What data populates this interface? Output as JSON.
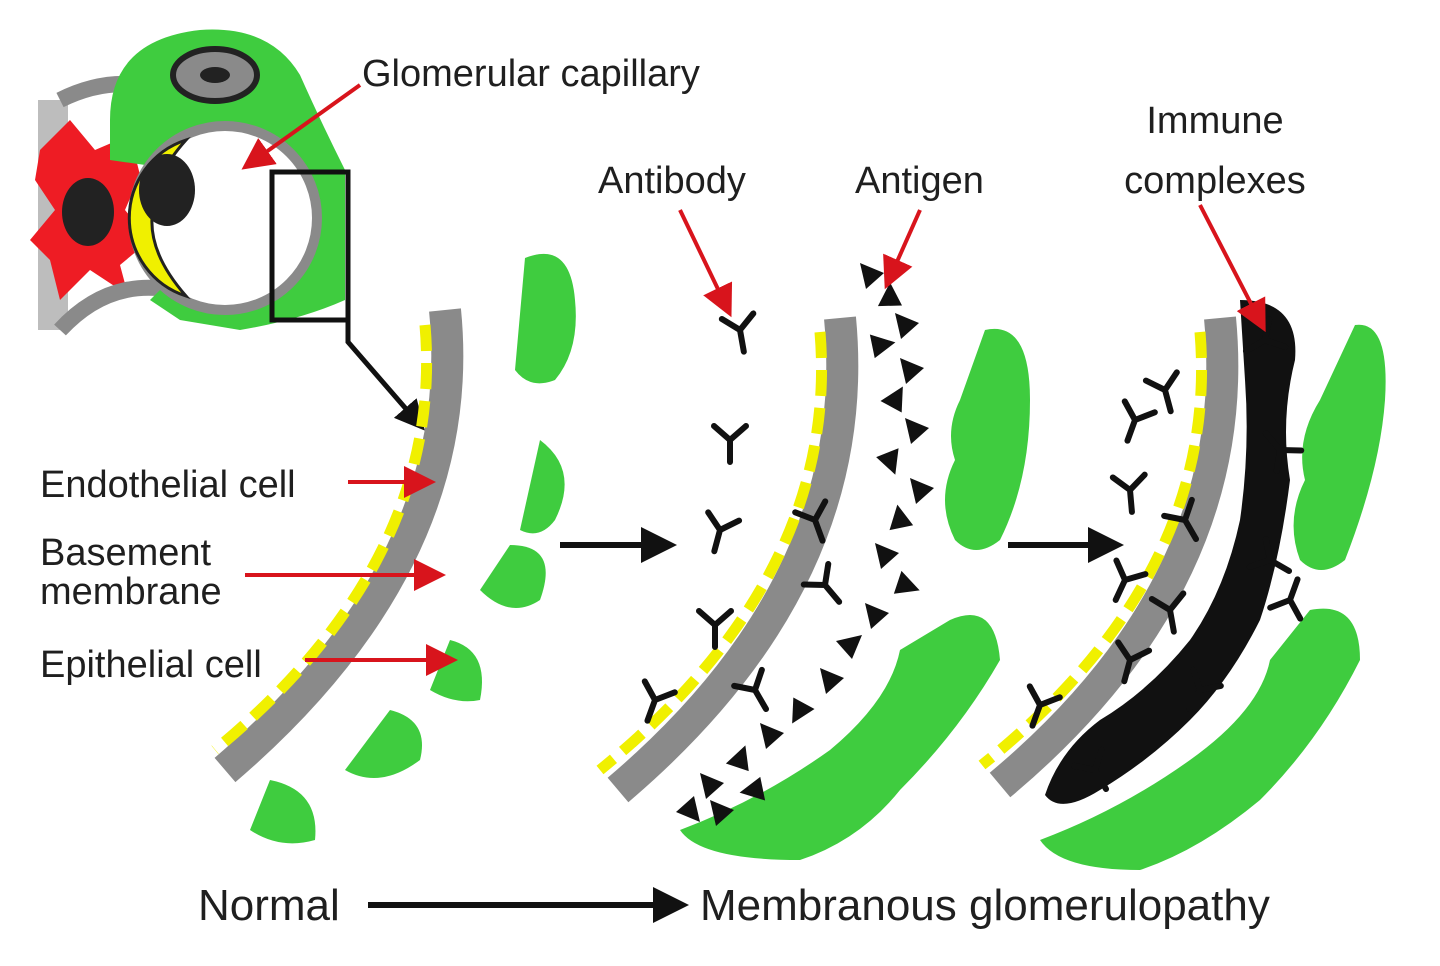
{
  "labels": {
    "glomerular_capillary": "Glomerular capillary",
    "antibody": "Antibody",
    "antigen": "Antigen",
    "immune_line1": "Immune",
    "immune_line2": "complexes",
    "endothelial_cell": "Endothelial cell",
    "basement_line1": "Basement",
    "basement_line2": "membrane",
    "epithelial_cell": "Epithelial cell",
    "normal": "Normal",
    "membranous": "Membranous glomerulopathy"
  },
  "colors": {
    "epithelial_green": "#3fcc3f",
    "membrane_gray": "#8a8a8a",
    "endothelial_yellow": "#f0f000",
    "mesangial_red": "#ee1c24",
    "arrow_red": "#d8141c",
    "ink": "#111111"
  }
}
